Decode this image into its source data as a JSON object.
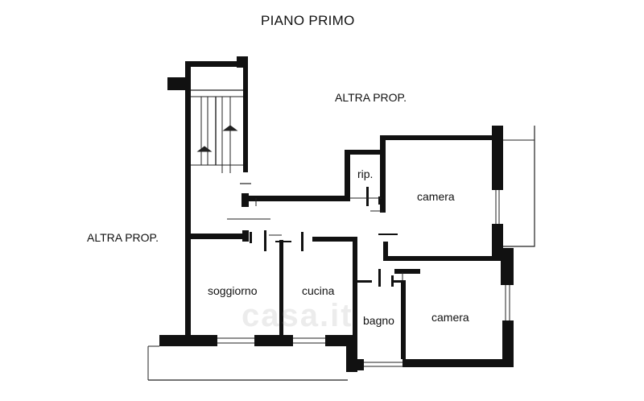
{
  "plan": {
    "title": "PIANO PRIMO",
    "labels": {
      "altra_prop_top": "ALTRA PROP.",
      "altra_prop_left": "ALTRA PROP.",
      "rip": "rip.",
      "camera_upper": "camera",
      "soggiorno": "soggiorno",
      "cucina": "cucina",
      "bagno": "bagno",
      "camera_lower": "camera"
    },
    "watermark": "casa.it"
  },
  "colors": {
    "wall": "#111111",
    "background": "#ffffff",
    "watermark": "#969696"
  }
}
